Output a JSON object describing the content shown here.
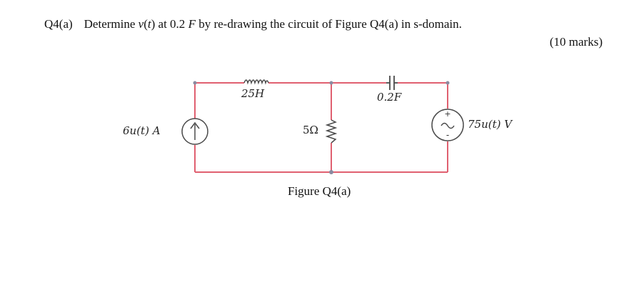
{
  "question": {
    "number": "Q4(a)",
    "text_before_v": "Determine ",
    "v_var": "v",
    "v_paren_open": "(",
    "v_t": "t",
    "v_paren_close": ")",
    "text_mid": " at 0.2 ",
    "unit_F": "F",
    "text_after": " by re-drawing the circuit of Figure Q4(a) in s-domain."
  },
  "marks": "(10 marks)",
  "circuit": {
    "current_source_label": "6u(t) A",
    "inductor_label": "25H",
    "resistor_label": "5Ω",
    "capacitor_label": "0.2F",
    "voltage_source_label": "75u(t) V",
    "wire_color": "#e06070",
    "component_color": "#4a4a4a",
    "node_color": "#8a8aa0",
    "icons": [
      "current-source-icon",
      "inductor-icon",
      "resistor-icon",
      "capacitor-icon",
      "voltage-source-icon"
    ]
  },
  "figure_caption": "Figure Q4(a)"
}
